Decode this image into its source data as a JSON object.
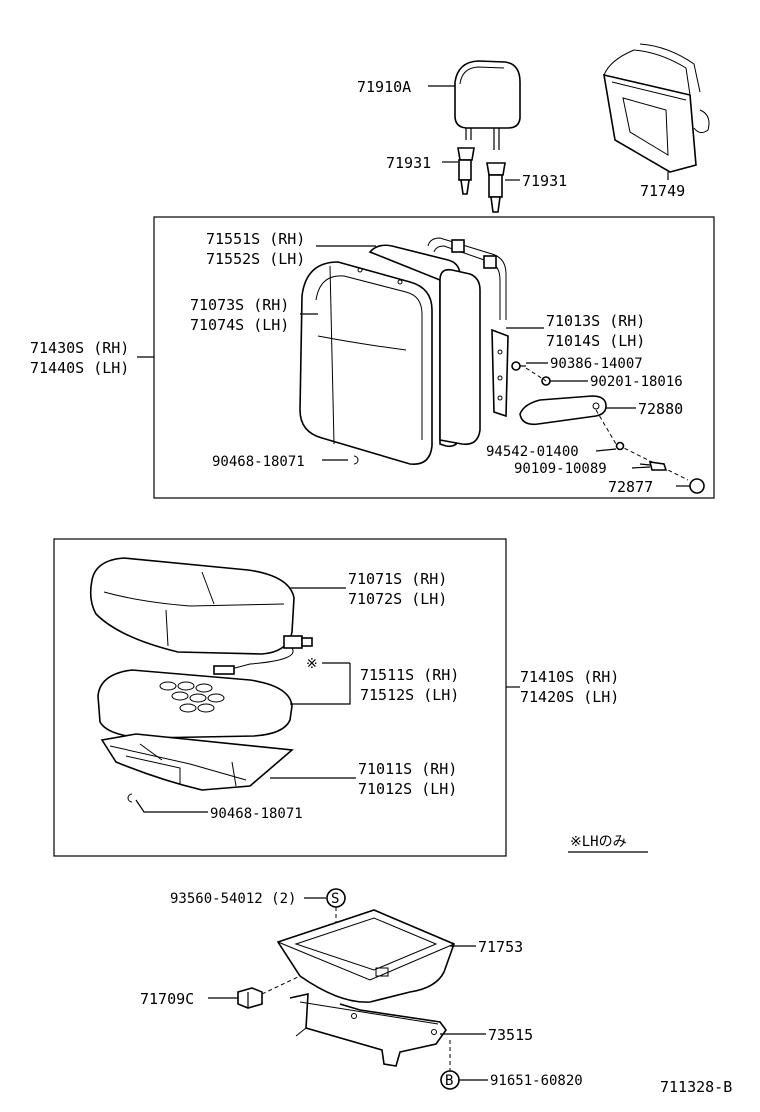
{
  "labels": {
    "headrest": "71910A",
    "headrest_support_left": "71931",
    "headrest_support_right": "71931",
    "seatback_pocket": "71749",
    "seatback_cover_a_rh": "71551S (RH)",
    "seatback_cover_a_lh": "71552S (LH)",
    "seatback_cover_b_rh": "71073S (RH)",
    "seatback_cover_b_lh": "71074S (LH)",
    "seatback_assy_rh": "71430S (RH)",
    "seatback_assy_lh": "71440S (LH)",
    "seatback_frame_rh": "71013S (RH)",
    "seatback_frame_lh": "71014S (LH)",
    "bolt_90386": "90386-14007",
    "washer_90201": "90201-18016",
    "armrest": "72880",
    "bushing_94542": "94542-01400",
    "bolt_90109": "90109-10089",
    "cap_72877": "72877",
    "hog_ring_upper": "90468-18071",
    "cushion_cover_rh": "71071S (RH)",
    "cushion_cover_lh": "71072S (LH)",
    "cushion_pad_rh": "71511S (RH)",
    "cushion_pad_lh": "71512S (LH)",
    "cushion_assy_rh": "71410S (RH)",
    "cushion_assy_lh": "71420S (LH)",
    "cushion_frame_rh": "71011S (RH)",
    "cushion_frame_lh": "71012S (LH)",
    "hog_ring_lower": "90468-18071",
    "lh_only_note": "※LHのみ",
    "asterisk_mark": "※",
    "screw_93560": "93560-54012 (2)",
    "marker_s": "S",
    "tray": "71753",
    "clip_71709c": "71709C",
    "bracket_73515": "73515",
    "marker_b": "B",
    "screw_91651": "91651-60820",
    "diagram_id": "711328-B"
  },
  "colors": {
    "line": "#000000",
    "background": "#ffffff"
  }
}
